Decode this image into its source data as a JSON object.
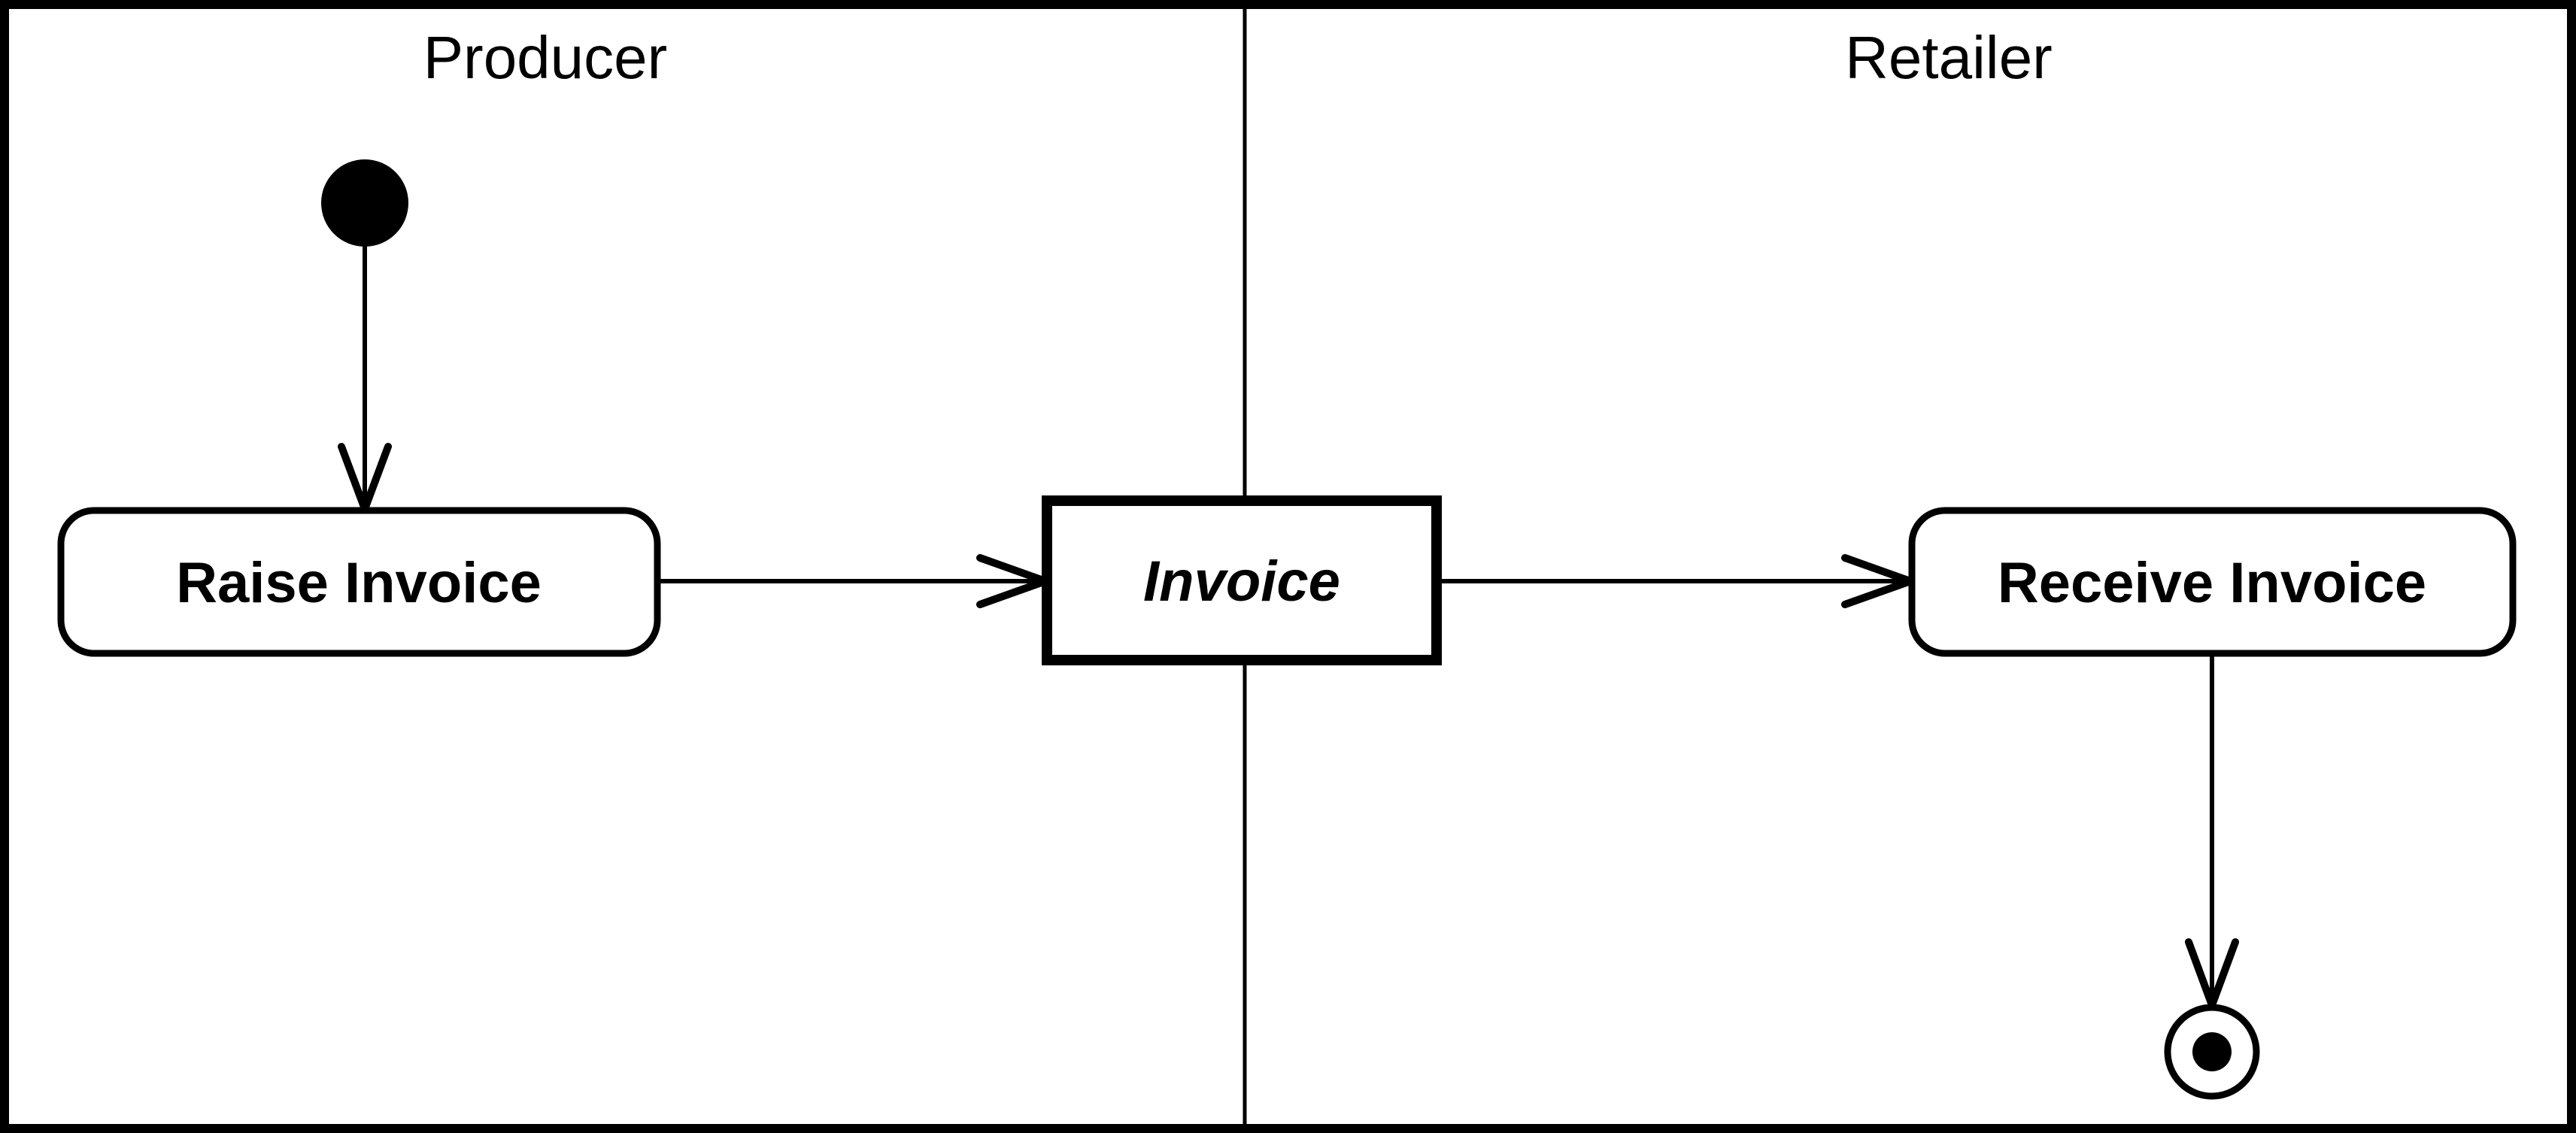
{
  "diagram": {
    "type": "uml-activity-diagram-with-swimlanes",
    "colors": {
      "ink": "#000000",
      "paper": "#ffffff"
    },
    "lanes": {
      "producer": {
        "label": "Producer"
      },
      "retailer": {
        "label": "Retailer"
      }
    },
    "nodes": {
      "initial_state": {
        "type": "initial-state",
        "lane": "producer",
        "label": ""
      },
      "raise_invoice": {
        "type": "action",
        "lane": "producer",
        "label": "Raise Invoice"
      },
      "invoice": {
        "type": "object",
        "lane": "boundary",
        "label": "Invoice"
      },
      "receive_invoice": {
        "type": "action",
        "lane": "retailer",
        "label": "Receive Invoice"
      },
      "final_state": {
        "type": "final-state",
        "lane": "retailer",
        "label": ""
      }
    },
    "flow": [
      {
        "from": "initial_state",
        "to": "raise_invoice"
      },
      {
        "from": "raise_invoice",
        "to": "invoice"
      },
      {
        "from": "invoice",
        "to": "receive_invoice"
      },
      {
        "from": "receive_invoice",
        "to": "final_state"
      }
    ]
  }
}
